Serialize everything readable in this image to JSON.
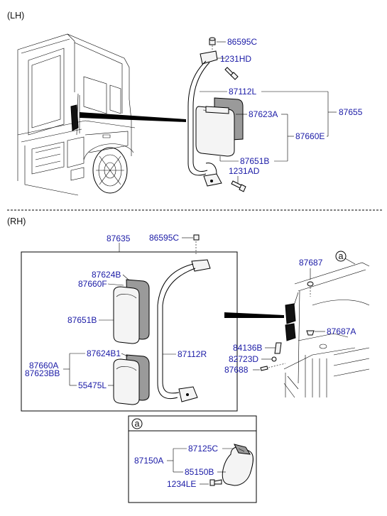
{
  "sections": {
    "lh": "(LH)",
    "rh": "(RH)",
    "detail_a": "a",
    "ref_a": "a"
  },
  "parts": {
    "p86595C_lh": "86595C",
    "p1231HD": "1231HD",
    "p87112L": "87112L",
    "p87623A": "87623A",
    "p87655": "87655",
    "p87660E": "87660E",
    "p87651B_lh": "87651B",
    "p1231AD": "1231AD",
    "p87635": "87635",
    "p86595C_rh": "86595C",
    "p87624B": "87624B",
    "p87660F": "87660F",
    "p87651B_rh": "87651B",
    "p87624B1": "87624B1",
    "p87660A": "87660A",
    "p87623BB": "87623BB",
    "p55475L": "55475L",
    "p87112R": "87112R",
    "p87687": "87687",
    "p87687A": "87687A",
    "p84136B": "84136B",
    "p82723D": "82723D",
    "p87688": "87688",
    "p87125C": "87125C",
    "p87150A": "87150A",
    "p85150B": "85150B",
    "p1234LE": "1234LE"
  }
}
